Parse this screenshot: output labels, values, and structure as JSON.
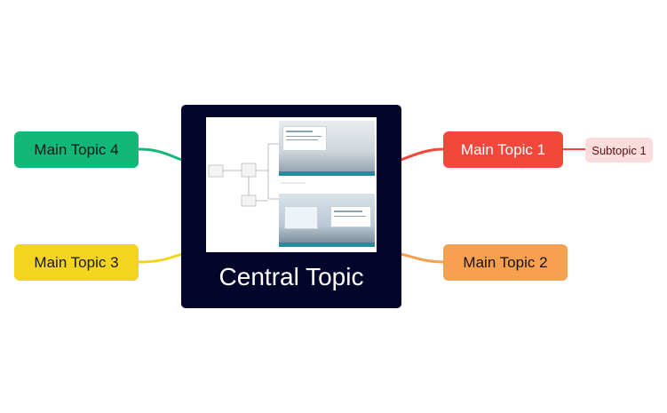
{
  "central_topic": {
    "label": "Central Topic"
  },
  "main_topics": [
    {
      "id": "t1",
      "label": "Main Topic 1",
      "color": "#f4473b"
    },
    {
      "id": "t2",
      "label": "Main Topic 2",
      "color": "#f7a04f"
    },
    {
      "id": "t3",
      "label": "Main Topic 3",
      "color": "#f3d41f"
    },
    {
      "id": "t4",
      "label": "Main Topic 4",
      "color": "#12b779"
    }
  ],
  "subtopics": [
    {
      "parent": "t1",
      "label": "Subtopic 1",
      "color": "#fcdcdc"
    }
  ],
  "colors": {
    "central_background": "#03062a",
    "canvas_background": "#ffffff"
  }
}
